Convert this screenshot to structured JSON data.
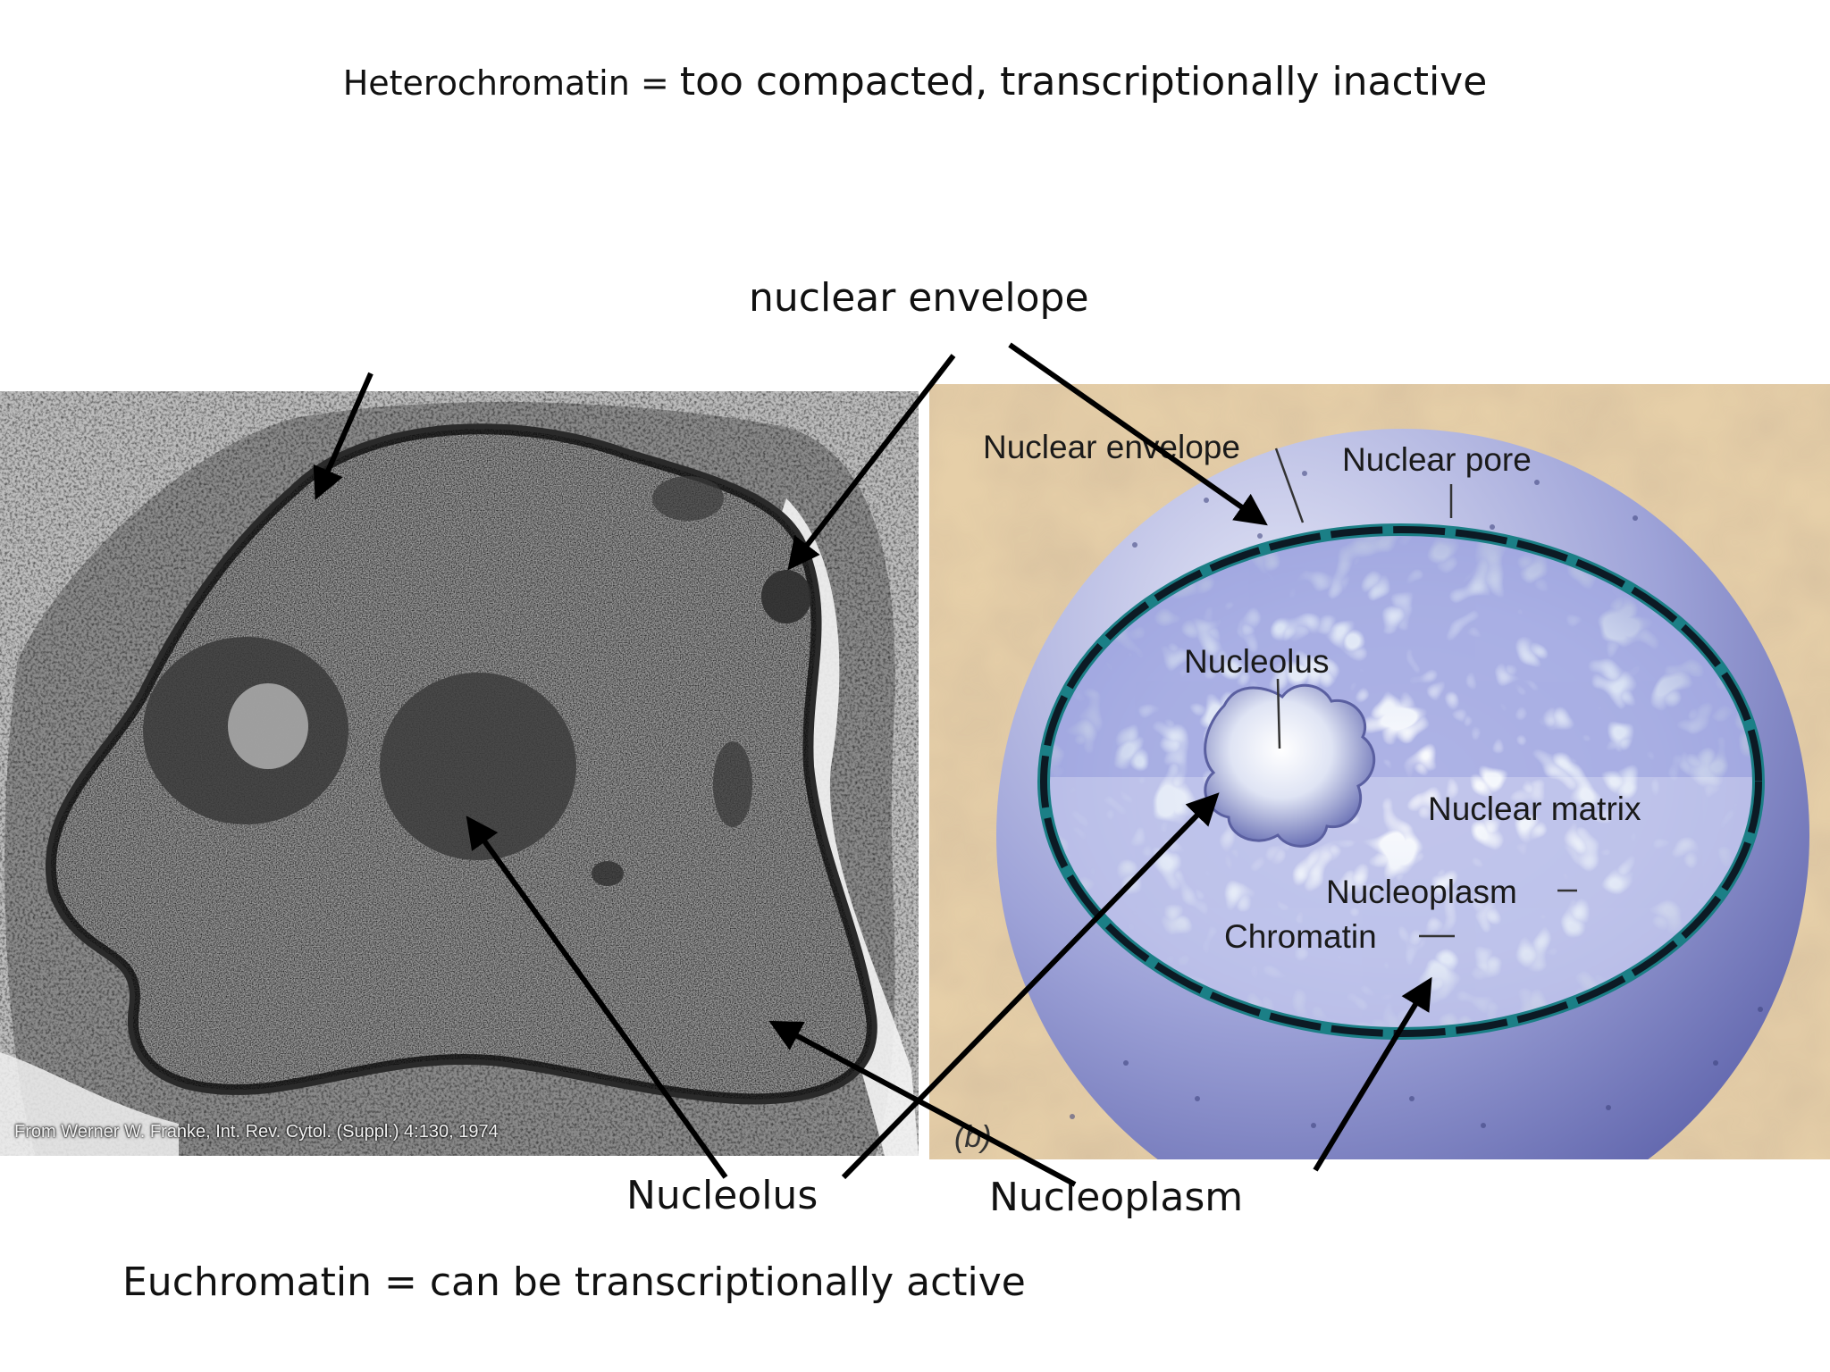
{
  "title": {
    "term": "Heterochromatin = ",
    "definition": "too compacted, transcriptionally inactive"
  },
  "labels": {
    "nuclear_envelope": "nuclear envelope",
    "nucleolus": "Nucleolus",
    "nucleoplasm": "Nucleoplasm"
  },
  "footer": "Euchromatin = can be transcriptionally active",
  "micrograph": {
    "credit": "From Werner W. Franke, Int. Rev. Cytol. (Suppl.) 4:130, 1974"
  },
  "illustration": {
    "nuclear_envelope": "Nuclear envelope",
    "nuclear_pore": "Nuclear pore",
    "nucleolus": "Nucleolus",
    "nuclear_matrix": "Nuclear matrix",
    "nucleoplasm": "Nucleoplasm",
    "chromatin": "Chromatin",
    "panel_letter": "(b)"
  }
}
